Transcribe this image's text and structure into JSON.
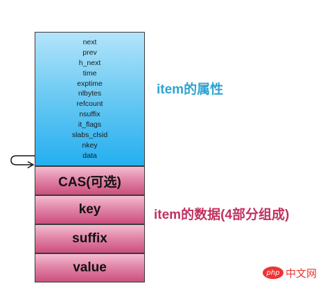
{
  "attributes": [
    "next",
    "prev",
    "h_next",
    "time",
    "exptime",
    "nlbytes",
    "refcount",
    "nsuffix",
    "it_flags",
    "slabs_clsid",
    "nkey",
    "data"
  ],
  "segments": {
    "cas": "CAS(可选)",
    "key": "key",
    "suffix": "suffix",
    "value": "value"
  },
  "labels": {
    "attributes": "item的属性",
    "data": "item的数据(4部分组成)"
  },
  "watermark": {
    "logo": "php",
    "text": "中文网"
  },
  "colors": {
    "attr_block": "#24aff0",
    "data_block": "#cc4f7e",
    "attr_label": "#2fa3cf",
    "data_label": "#c0325f"
  }
}
